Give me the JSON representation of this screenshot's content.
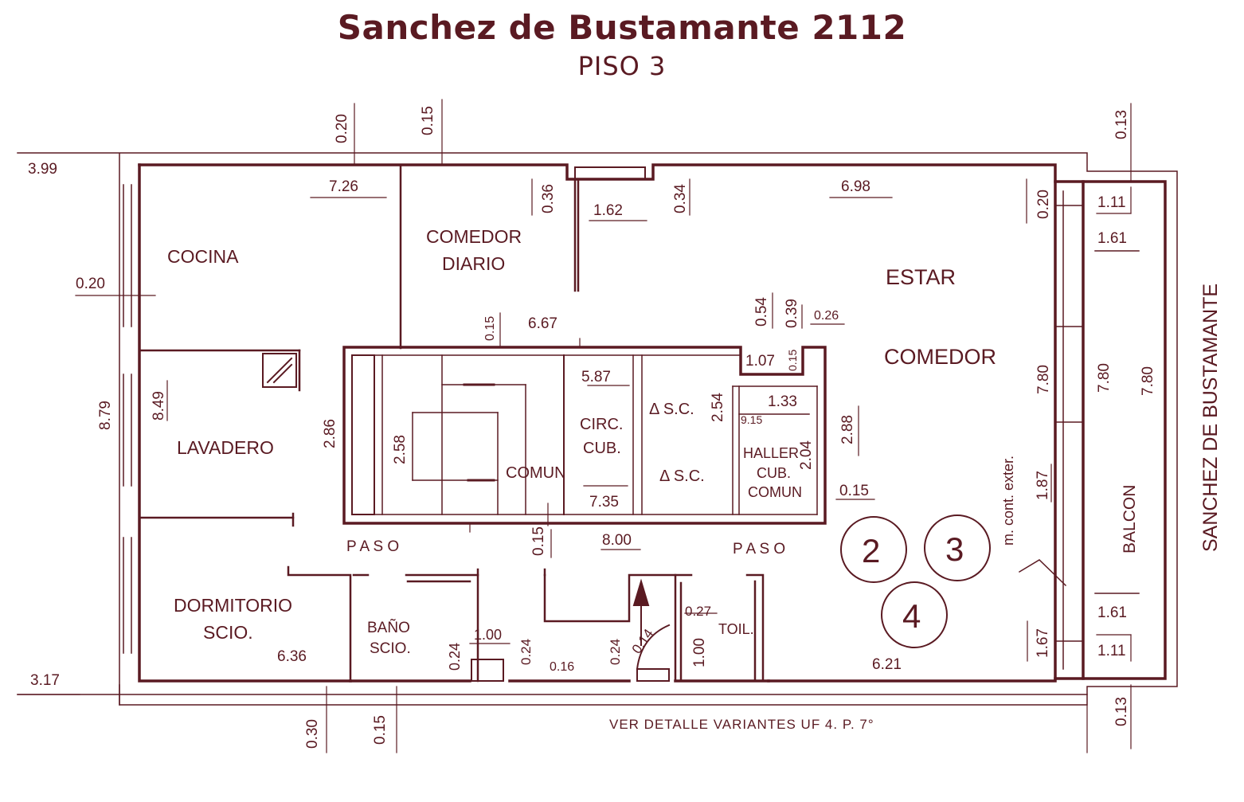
{
  "header": {
    "title": "Sanchez de Bustamante 2112",
    "subtitle": "PISO 3"
  },
  "colors": {
    "ink": "#5a1a22",
    "background": "#ffffff"
  },
  "rooms": {
    "cocina": "COCINA",
    "comedor_diario_1": "COMEDOR",
    "comedor_diario_2": "DIARIO",
    "estar": "ESTAR",
    "comedor": "COMEDOR",
    "lavadero": "LAVADERO",
    "circ_1": "CIRC.",
    "circ_2": "CUB.",
    "comun": "COMUN",
    "sc_1": "Δ S.C.",
    "sc_2": "Δ S.C.",
    "hall_1": "HALLER",
    "hall_2": "CUB.",
    "hall_3": "COMUN",
    "paso_1": "P A S O",
    "paso_2": "P A S O",
    "dormitorio_1": "DORMITORIO",
    "dormitorio_2": "SCIO.",
    "bano_1": "BAÑO",
    "bano_2": "SCIO.",
    "toil": "TOIL.",
    "balcon": "BALCON",
    "street": "SANCHEZ DE BUSTAMANTE",
    "cont_exter": "m. cont. exter."
  },
  "dimensions": {
    "d_3_99": "3.99",
    "d_0_20_top": "0.20",
    "d_0_15_top": "0.15",
    "d_0_13_top": "0.13",
    "d_7_26": "7.26",
    "d_0_36": "0.36",
    "d_1_62": "1.62",
    "d_0_34": "0.34",
    "d_6_98": "6.98",
    "d_0_20_right": "0.20",
    "d_1_11_top": "1.11",
    "d_1_61_top": "1.61",
    "d_0_20_left": "0.20",
    "d_0_54": "0.54",
    "d_0_39": "0.39",
    "d_0_26": "0.26",
    "d_0_15_mid": "0.15",
    "d_6_67": "6.67",
    "d_1_07": "1.07",
    "d_0_15_small": "0.15",
    "d_8_79": "8.79",
    "d_8_49": "8.49",
    "d_2_86": "2.86",
    "d_2_58": "2.58",
    "d_5_87": "5.87",
    "d_2_54": "2.54",
    "d_1_33": "1.33",
    "d_9_15": "9.15",
    "d_2_04": "2.04",
    "d_2_88": "2.88",
    "d_7_80_a": "7.80",
    "d_7_80_b": "7.80",
    "d_7_80_c": "7.80",
    "d_7_35": "7.35",
    "d_0_15_right": "0.15",
    "d_1_87": "1.87",
    "d_0_15_bottom_mid": "0.15",
    "d_8_00": "8.00",
    "d_0_27": "0.27",
    "d_1_00_a": "1.00",
    "d_0_24_a": "0.24",
    "d_0_24_b": "0.24",
    "d_0_24_c": "0.24",
    "d_0_14": "0.14",
    "d_0_16": "0.16",
    "d_1_00_b": "1.00",
    "d_6_36": "6.36",
    "d_6_21": "6.21",
    "d_1_61_bottom": "1.61",
    "d_1_11_bottom": "1.11",
    "d_1_67": "1.67",
    "d_3_17": "3.17",
    "d_0_30": "0.30",
    "d_0_15_bottom": "0.15",
    "d_0_13_bottom": "0.13"
  },
  "units": [
    "2",
    "3",
    "4"
  ],
  "note": "VER  DETALLE  VARIANTES  UF 4.  P. 7°"
}
